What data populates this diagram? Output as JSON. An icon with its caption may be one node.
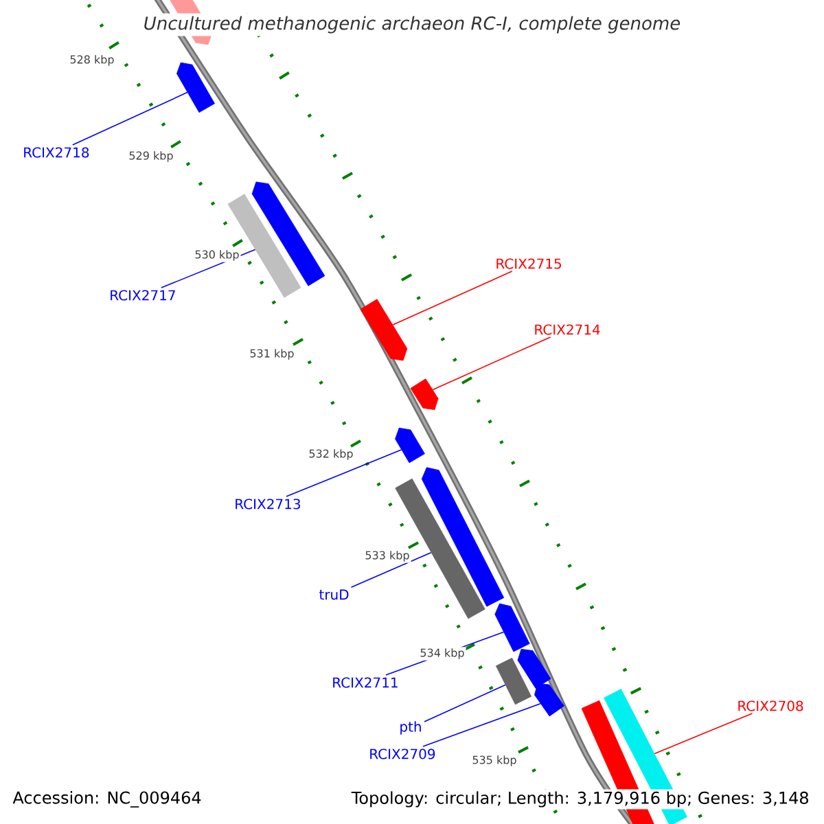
{
  "diagram": {
    "title": "Uncultured methanogenic archaeon RC-I, complete genome",
    "nodes": [
      {
        "text": [],
        "shape": "pentagon"
      },
      {
        "text": [],
        "shape": "pentagon"
      },
      {
        "text": [],
        "shape": "bar"
      },
      {
        "text": [],
        "shape": "pentagon"
      },
      {
        "text": [],
        "shape": "pentagon"
      },
      {
        "text": [],
        "shape": "pentagon"
      },
      {
        "text": [],
        "shape": "pentagon"
      },
      {
        "text": [],
        "shape": "bar"
      },
      {
        "text": [],
        "shape": "pentagon"
      },
      {
        "text": [],
        "shape": "pentagon"
      },
      {
        "text": [],
        "shape": "bar"
      },
      {
        "text": [],
        "shape": "pentagon"
      },
      {
        "text": [],
        "shape": "pentagon"
      },
      {
        "text": [],
        "shape": "bar"
      },
      {
        "text": [],
        "shape": "bar"
      },
      {
        "text": [
          "RCIX2718"
        ]
      },
      {
        "text": [
          "RCIX2717"
        ]
      },
      {
        "text": [
          "RCIX2715"
        ]
      },
      {
        "text": [
          "RCIX2714"
        ]
      },
      {
        "text": [
          "RCIX2713"
        ]
      },
      {
        "text": [
          "truD"
        ]
      },
      {
        "text": [
          "RCIX2711"
        ]
      },
      {
        "text": [
          "pth"
        ]
      },
      {
        "text": [
          "RCIX2709"
        ]
      },
      {
        "text": [
          "RCIX2708"
        ]
      }
    ],
    "edges": [
      {
        "from": 15,
        "to": 1,
        "arrow": "none"
      },
      {
        "from": 16,
        "to": 2,
        "arrow": "none"
      },
      {
        "from": 17,
        "to": 4,
        "arrow": "none",
        "color": "#ff0000"
      },
      {
        "from": 18,
        "to": 5,
        "arrow": "none",
        "color": "#ff0000"
      },
      {
        "from": 19,
        "to": 6,
        "arrow": "none"
      },
      {
        "from": 20,
        "to": 7,
        "arrow": "none"
      },
      {
        "from": 21,
        "to": 9,
        "arrow": "none"
      },
      {
        "from": 22,
        "to": 10,
        "arrow": "none"
      },
      {
        "from": 23,
        "to": 12,
        "arrow": "none"
      },
      {
        "from": 24,
        "to": 14,
        "arrow": "none",
        "color": "#ff0000"
      }
    ],
    "labels": [
      "528 kbp",
      "529 kbp",
      "530 kbp",
      "531 kbp",
      "532 kbp",
      "533 kbp",
      "534 kbp",
      "535 kbp",
      "Accession: NC_009464",
      "Topology: circular; Length: 3,179,916 bp; Genes: 3,148"
    ]
  }
}
